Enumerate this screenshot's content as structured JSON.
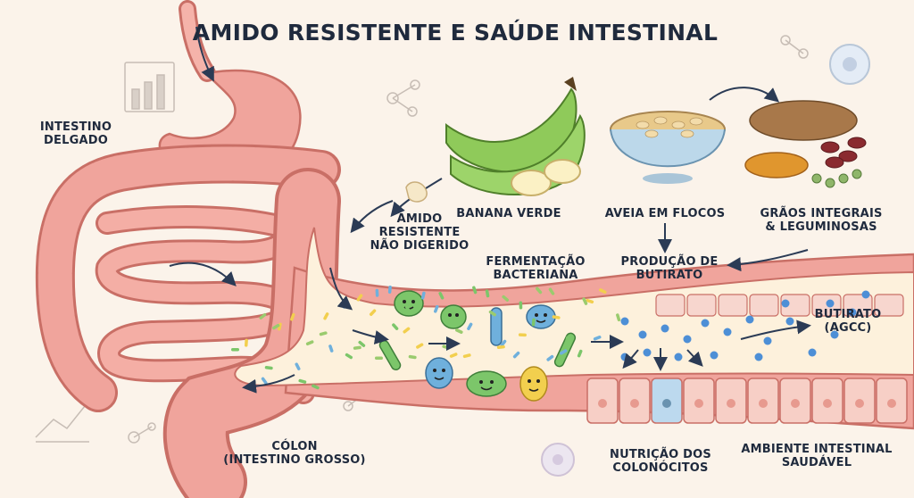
{
  "title": "AMIDO RESISTENTE E SAÚDE INTESTINAL",
  "labels": {
    "small_intestine": "INTESTINO\nDELGADO",
    "green_banana": "BANANA VERDE",
    "oats": "AVEIA EM FLOCOS",
    "grains": "GRÃOS INTEGRAIS\n& LEGUMINOSAS",
    "resistant_starch": "AMIDO\nRESISTENTE\nNÃO DIGERIDO",
    "fermentation": "FERMENTAÇÃO\nBACTERIANA",
    "butyrate_production": "PRODUÇÃO DE\nBUTIRATO",
    "butyrate_agcc": "BUTIRATO\n(AGCC)",
    "colon": "CÓLON\n(INTESTINO GROSSO)",
    "colonocyte_nutrition": "NUTRIÇÃO DOS\nCOLONÓCITOS",
    "healthy_environment": "AMBIENTE INTESTINAL\nSAUDÁVEL"
  },
  "colors": {
    "background": "#fbf3ea",
    "organ": "#f0a49c",
    "organ_outline": "#c96f66",
    "lumen": "#fdf1dc",
    "arrow": "#2b3b55",
    "butyrate_dot": "#4d8fd6",
    "bacteria_green": "#7cc66a",
    "bacteria_blue": "#6fb0dc",
    "bacteria_yellow": "#f2cf4e"
  }
}
